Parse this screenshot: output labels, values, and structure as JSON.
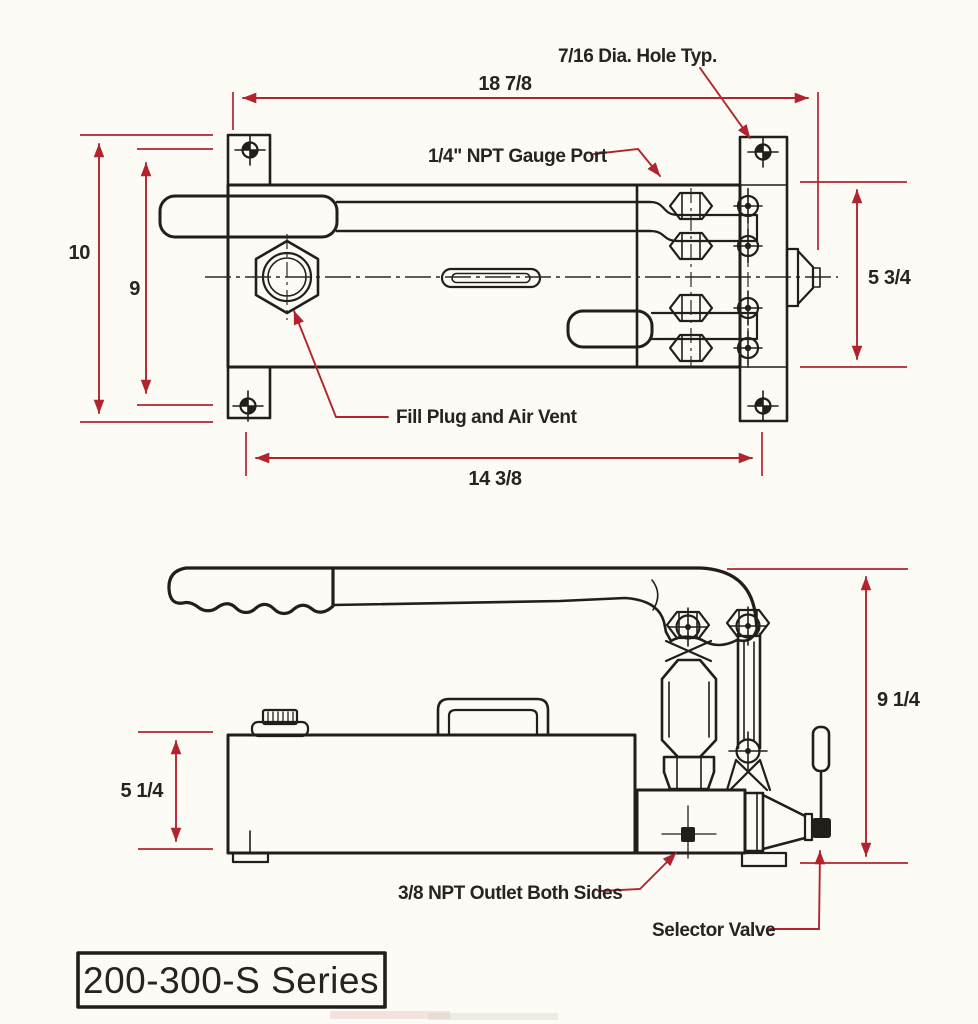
{
  "title_block": {
    "series_label": "200-300-S Series"
  },
  "top_view": {
    "callouts": {
      "hole": "7/16 Dia. Hole Typ.",
      "gauge_port": "1/4\" NPT Gauge Port",
      "fill_plug": "Fill Plug and Air Vent"
    },
    "dimensions": {
      "overall_length_in": "18 7/8",
      "overall_width_in": "10",
      "mount_hole_spacing_width_in": "9",
      "body_width_in": "5 3/4",
      "mount_hole_spacing_length_in": "14 3/8"
    }
  },
  "side_view": {
    "callouts": {
      "outlet": "3/8 NPT Outlet Both Sides",
      "selector_valve": "Selector Valve"
    },
    "dimensions": {
      "overall_height_in": "9 1/4",
      "reservoir_height_in": "5 1/4"
    }
  },
  "colors": {
    "paper": "#fcfbf6",
    "ink": "#211e1b",
    "dimension_red": "#b2242d"
  }
}
